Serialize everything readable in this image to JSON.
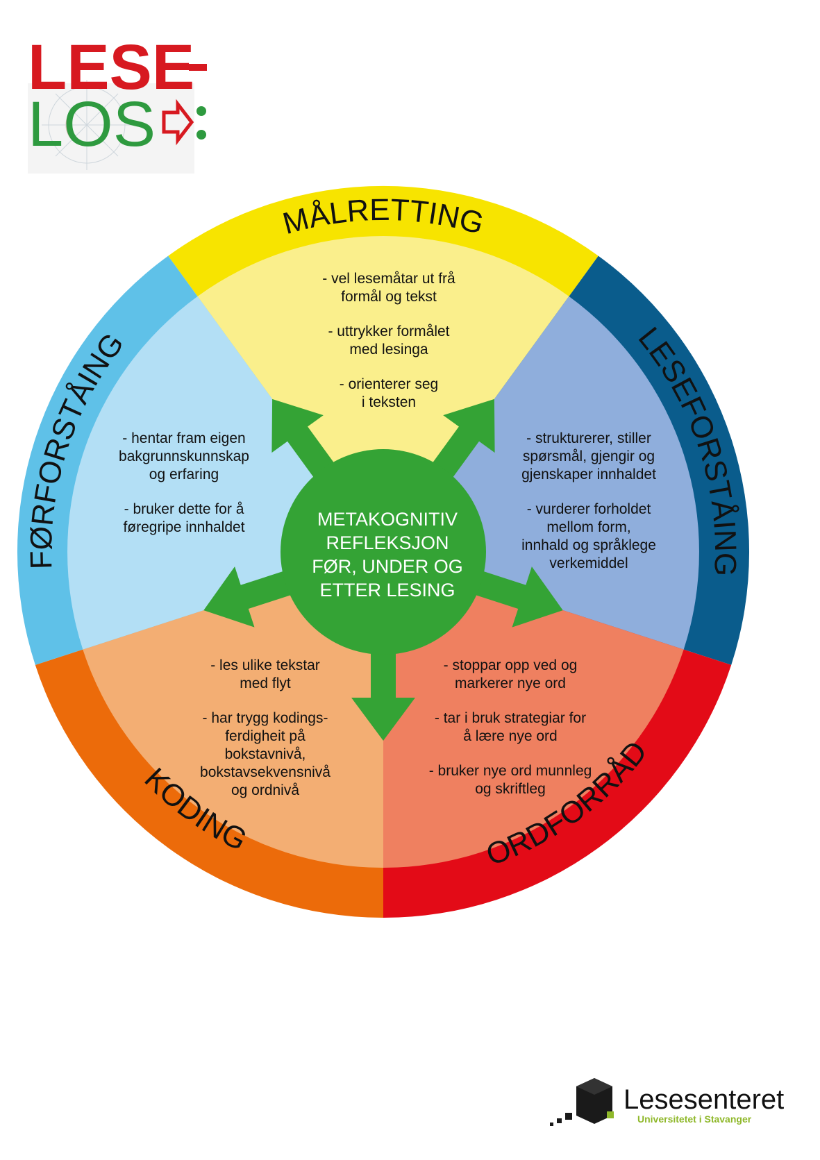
{
  "colors": {
    "malretting_outer": "#f7e400",
    "malretting_inner": "#faef8c",
    "leseforstaing_outer": "#0a5c8c",
    "leseforstaing_inner": "#8faedc",
    "ordforrad_outer": "#e30b17",
    "ordforrad_inner": "#ef8060",
    "koding_outer": "#ec6b0a",
    "koding_inner": "#f3ae73",
    "forforstaing_outer": "#5fc1e8",
    "forforstaing_inner": "#b3dff5",
    "center": "#34a335",
    "logo_red": "#d71920",
    "logo_green": "#2e9a3f"
  },
  "logo": {
    "line1": "LESE",
    "line2": "LOS"
  },
  "center": {
    "lines": [
      "METAKOGNITIV",
      "REFLEKSJON",
      "FØR, UNDER OG",
      "ETTER LESING"
    ]
  },
  "segments": [
    {
      "key": "malretting",
      "title": "MÅLRETTING",
      "paragraphs": [
        [
          "- vel lesemåtar ut frå",
          "formål og tekst"
        ],
        [
          "- uttrykker formålet",
          "med lesinga"
        ],
        [
          "- orienterer seg",
          "i teksten"
        ]
      ]
    },
    {
      "key": "leseforstaing",
      "title": "LESEFORSTÅING",
      "paragraphs": [
        [
          "- strukturerer, stiller",
          "spørsmål, gjengir og",
          "gjenskaper innhaldet"
        ],
        [
          "- vurderer forholdet",
          "mellom form,",
          "innhald og språklege",
          "verkemiddel"
        ]
      ]
    },
    {
      "key": "ordforrad",
      "title": "ORDFORRÅD",
      "paragraphs": [
        [
          "- stoppar opp ved og",
          "markerer nye ord"
        ],
        [
          "- tar i bruk strategiar for",
          "å lære nye ord"
        ],
        [
          "- bruker nye ord munnleg",
          "og skriftleg"
        ]
      ]
    },
    {
      "key": "koding",
      "title": "KODING",
      "paragraphs": [
        [
          "- les ulike tekstar",
          "med flyt"
        ],
        [
          "- har trygg kodings-",
          "ferdigheit på",
          "bokstavnivå,",
          "bokstavsekvensnivå",
          "og ordnivå"
        ]
      ]
    },
    {
      "key": "forforstaing",
      "title": "FØRFORSTÅING",
      "paragraphs": [
        [
          "- hentar fram eigen",
          "bakgrunnskunnskap",
          "og erfaring"
        ],
        [
          "- bruker dette for å",
          "føregripe innhaldet"
        ]
      ]
    }
  ],
  "footer": {
    "name": "Lesesenteret",
    "subtitle": "Universitetet i Stavanger"
  }
}
